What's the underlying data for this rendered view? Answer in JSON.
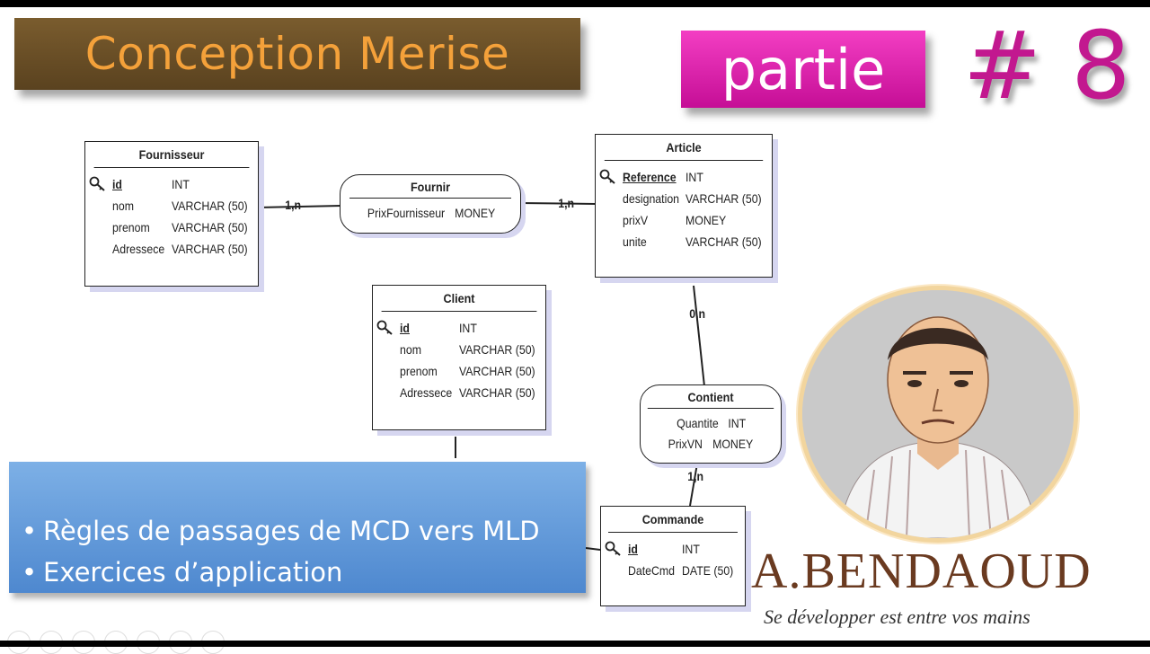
{
  "header": {
    "title": "Conception Merise",
    "partie_label": "partie",
    "part_number": "# 8"
  },
  "entities": {
    "fournisseur": {
      "name": "Fournisseur",
      "attributes": [
        {
          "name": "id",
          "type": "INT"
        },
        {
          "name": "nom",
          "type": "VARCHAR (50)"
        },
        {
          "name": "prenom",
          "type": "VARCHAR (50)"
        },
        {
          "name": "Adressece",
          "type": "VARCHAR (50)"
        }
      ]
    },
    "article": {
      "name": "Article",
      "attributes": [
        {
          "name": "Reference",
          "type": "INT"
        },
        {
          "name": "designation",
          "type": "VARCHAR (50)"
        },
        {
          "name": "prixV",
          "type": "MONEY"
        },
        {
          "name": "unite",
          "type": "VARCHAR (50)"
        }
      ]
    },
    "client": {
      "name": "Client",
      "attributes": [
        {
          "name": "id",
          "type": "INT"
        },
        {
          "name": "nom",
          "type": "VARCHAR (50)"
        },
        {
          "name": "prenom",
          "type": "VARCHAR (50)"
        },
        {
          "name": "Adressece",
          "type": "VARCHAR (50)"
        }
      ]
    },
    "commande": {
      "name": "Commande",
      "attributes": [
        {
          "name": "id",
          "type": "INT"
        },
        {
          "name": "DateCmd",
          "type": "DATE (50)"
        }
      ]
    }
  },
  "associations": {
    "fournir": {
      "name": "Fournir",
      "attributes": [
        {
          "name": "PrixFournisseur",
          "type": "MONEY"
        }
      ]
    },
    "contient": {
      "name": "Contient",
      "attributes": [
        {
          "name": "Quantite",
          "type": "INT"
        },
        {
          "name": "PrixVN",
          "type": "MONEY"
        }
      ]
    }
  },
  "cardinalities": {
    "fournisseur_fournir": "1,n",
    "article_fournir": "1,n",
    "article_contient": "0,n",
    "commande_contient": "1,n"
  },
  "bullets": [
    "Règles de passages de MCD vers MLD",
    "Exercices d’application"
  ],
  "branding": {
    "name": "A.BENDAOUD",
    "tagline": "Se développer est entre vos mains"
  },
  "colors": {
    "title_bg": "#6b4f27",
    "title_text": "#f4a13a",
    "partie_bg": "#e022b0",
    "part_number": "#c2188f",
    "bullets_bg": "#5f97d9",
    "brand_text": "#6a3a20"
  }
}
